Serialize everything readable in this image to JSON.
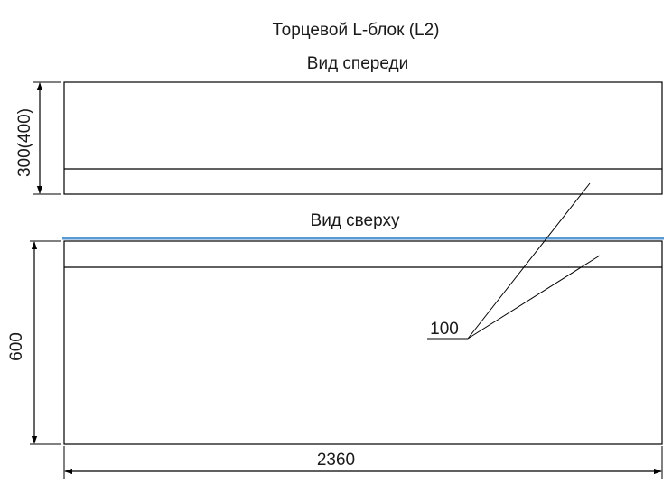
{
  "title": "Торцевой L-блок (L2)",
  "front_view": {
    "caption": "Вид спереди",
    "height_label": "300(400)"
  },
  "top_view": {
    "caption": "Вид сверху",
    "depth_label": "600",
    "length_label": "2360",
    "lip_label": "100"
  },
  "colors": {
    "line": "#000000",
    "accent_line": "#5b9bd5",
    "text": "#1a1a1a"
  }
}
